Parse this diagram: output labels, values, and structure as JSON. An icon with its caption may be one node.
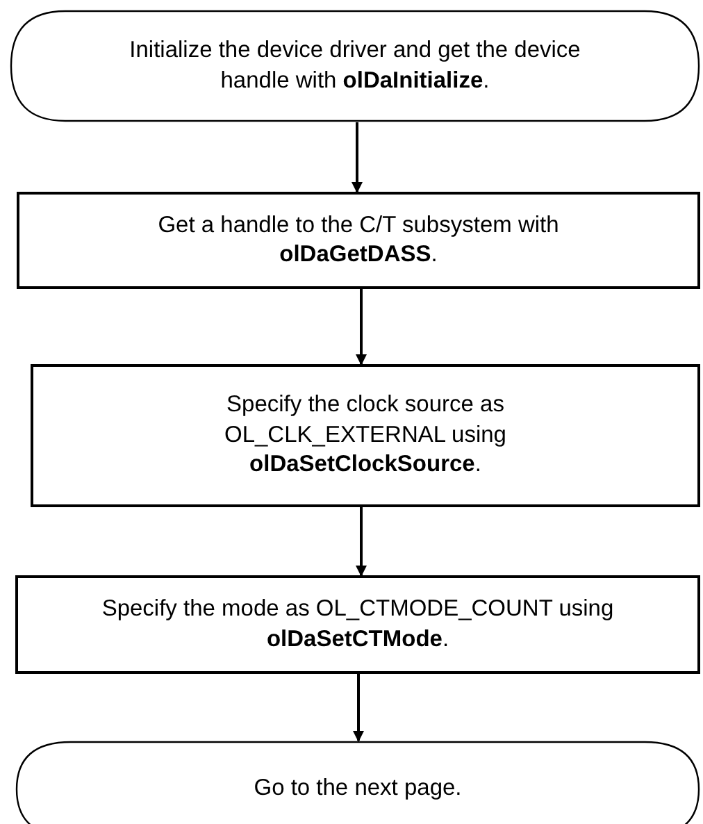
{
  "diagram": {
    "nodes": [
      {
        "text": [
          "Initialize the device driver and get the device handle with **olDaInitialize**."
        ]
      },
      {
        "text": [
          "Get a handle to the C/T subsystem with **olDaGetDASS**."
        ]
      },
      {
        "text": [
          "Specify the clock source as OL_CLK_EXTERNAL using **olDaSetClockSource**."
        ]
      },
      {
        "text": [
          "Specify the mode as OL_CTMODE_COUNT using **olDaSetCTMode**."
        ]
      },
      {
        "text": [
          "Go to the next page."
        ]
      }
    ],
    "edges": [
      {
        "from": 0,
        "to": 1,
        "arrow": "to"
      },
      {
        "from": 1,
        "to": 2,
        "arrow": "to"
      },
      {
        "from": 2,
        "to": 3,
        "arrow": "to"
      },
      {
        "from": 3,
        "to": 4,
        "arrow": "to"
      }
    ]
  }
}
